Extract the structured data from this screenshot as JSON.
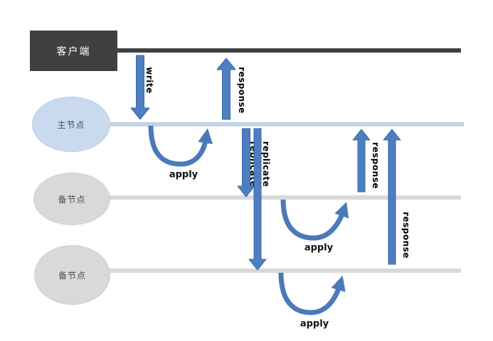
{
  "nodes": {
    "client": {
      "label": "客户端"
    },
    "primary": {
      "label": "主节点"
    },
    "backup1": {
      "label": "备节点"
    },
    "backup2": {
      "label": "备节点"
    }
  },
  "messages": {
    "write": "write",
    "response_client": "response",
    "apply_primary": "apply",
    "replicate": "replicate",
    "replicate_occluded": "replicate",
    "response_backup1": "response",
    "response_backup2": "response",
    "apply_backup1": "apply",
    "apply_backup2": "apply"
  },
  "colors": {
    "arrow_fill": "#4d7ebf",
    "arrow_outline": "#3b6ba5",
    "client_dark": "#404040",
    "primary_blue": "#c9d9ee",
    "primary_line_blue": "#c3d3e9",
    "backup_gray": "#d9d9d9",
    "client_text": "#ffffff",
    "node_text": "#4d4d4d",
    "label_text": "#000000"
  }
}
